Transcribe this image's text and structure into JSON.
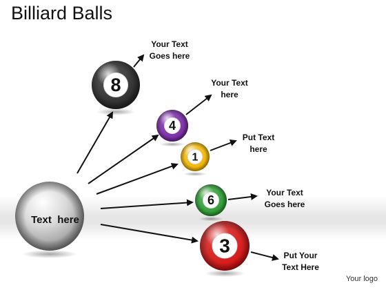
{
  "slide": {
    "title": "Billiard Balls",
    "logo": "Your logo"
  },
  "hub": {
    "label": "Text  here",
    "color": "#c7c7c7"
  },
  "balls": [
    {
      "number": "8",
      "color": "#2b2b2b",
      "label_lines": [
        "Your Text",
        "Goes here"
      ]
    },
    {
      "number": "4",
      "color": "#7a2aa6",
      "label_lines": [
        "Your Text",
        "here"
      ]
    },
    {
      "number": "1",
      "color": "#f2b705",
      "label_lines": [
        "Put Text",
        "here"
      ]
    },
    {
      "number": "6",
      "color": "#2e9e34",
      "label_lines": [
        "Your Text",
        "Goes here"
      ]
    },
    {
      "number": "3",
      "color": "#d41414",
      "label_lines": [
        "Put Your",
        "Text Here"
      ]
    }
  ]
}
